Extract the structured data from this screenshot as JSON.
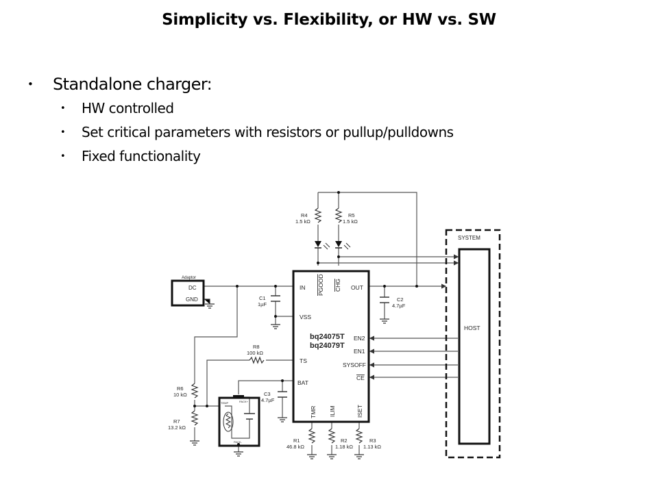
{
  "slide": {
    "title": "Simplicity vs. Flexibility, or HW vs. SW",
    "bullets": [
      {
        "text": "Standalone charger:",
        "sub": [
          "HW controlled",
          "Set critical parameters with resistors or pullup/pulldowns",
          "Fixed functionality"
        ]
      }
    ],
    "bullet_glyph": "•"
  },
  "schematic": {
    "ic": {
      "part1": "bq24075T",
      "part2": "bq24079T",
      "pins": {
        "in": "IN",
        "pgood": "PGOOD",
        "chg": "CHG",
        "out": "OUT",
        "vss": "VSS",
        "ts": "TS",
        "bat": "BAT",
        "en2": "EN2",
        "en1": "EN1",
        "sysoff": "SYSOFF",
        "ce": "CE",
        "tmr": "TMR",
        "ilim": "ILIM",
        "iset": "ISET"
      }
    },
    "adaptor": {
      "label": "Adaptor",
      "dc": "DC",
      "gnd": "GND"
    },
    "system": {
      "label": "SYSTEM",
      "host": "HOST"
    },
    "pack": {
      "temp": "TEMP",
      "pack_plus": "PACK+",
      "pack_minus": "PACK-"
    },
    "components": {
      "r4": {
        "ref": "R4",
        "value": "1.5 kΩ"
      },
      "r5": {
        "ref": "R5",
        "value": "1.5 kΩ"
      },
      "c1": {
        "ref": "C1",
        "value": "1µF"
      },
      "c2": {
        "ref": "C2",
        "value": "4.7µF"
      },
      "c3": {
        "ref": "C3",
        "value": "4.7µF"
      },
      "r8": {
        "ref": "R8",
        "value": "100 kΩ"
      },
      "r6": {
        "ref": "R6",
        "value": "10 kΩ"
      },
      "r7": {
        "ref": "R7",
        "value": "13.2 kΩ"
      },
      "r1": {
        "ref": "R1",
        "value": "46.8 kΩ"
      },
      "r2": {
        "ref": "R2",
        "value": "1.18 kΩ"
      },
      "r3": {
        "ref": "R3",
        "value": "1.13 kΩ"
      }
    }
  }
}
